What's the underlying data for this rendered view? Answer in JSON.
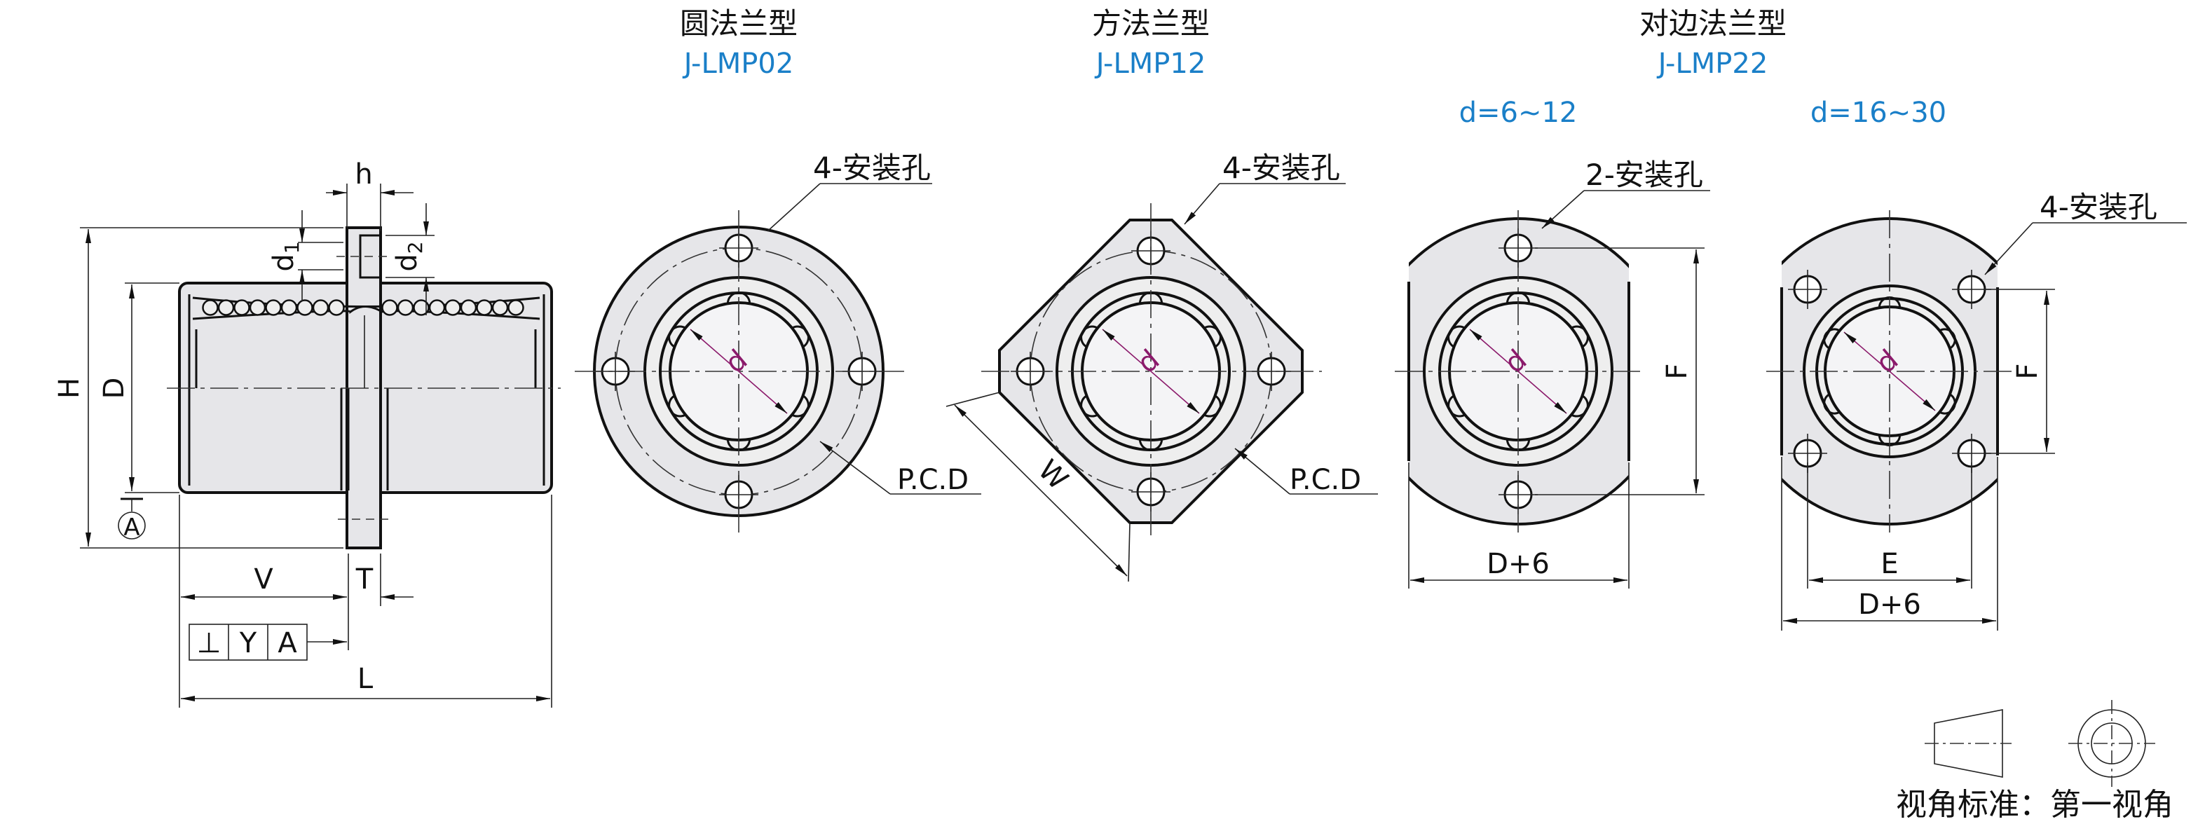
{
  "colors": {
    "heading_code": "#1a7fc8",
    "bore_label": "#8b1a6b",
    "part_fill": "#e6e6e9"
  },
  "side_view": {
    "labels": {
      "H": "H",
      "D": "D",
      "h": "h",
      "d1": "d",
      "d1_sub": "1",
      "d2": "d",
      "d2_sub": "2",
      "V": "V",
      "T": "T",
      "L": "L",
      "datum": "A"
    },
    "tolerance_frame": {
      "symbol": "⊥",
      "value": "Y",
      "datum": "A"
    }
  },
  "views": [
    {
      "title": "圆法兰型",
      "code": "J-LMP02",
      "holes_label": "4-安装孔",
      "pcd_label": "P.C.D",
      "bore_label": "d"
    },
    {
      "title": "方法兰型",
      "code": "J-LMP12",
      "holes_label": "4-安装孔",
      "pcd_label": "P.C.D",
      "width_label": "W",
      "bore_label": "d"
    },
    {
      "title": "对边法兰型",
      "code": "J-LMP22",
      "variants": [
        {
          "range": "d=6~12",
          "holes_label": "2-安装孔",
          "f_label": "F",
          "width_label": "D+6",
          "bore_label": "d"
        },
        {
          "range": "d=16~30",
          "holes_label": "4-安装孔",
          "f_label": "F",
          "e_label": "E",
          "width_label": "D+6",
          "bore_label": "d"
        }
      ]
    }
  ],
  "projection": {
    "label": "视角标准：第一视角"
  }
}
